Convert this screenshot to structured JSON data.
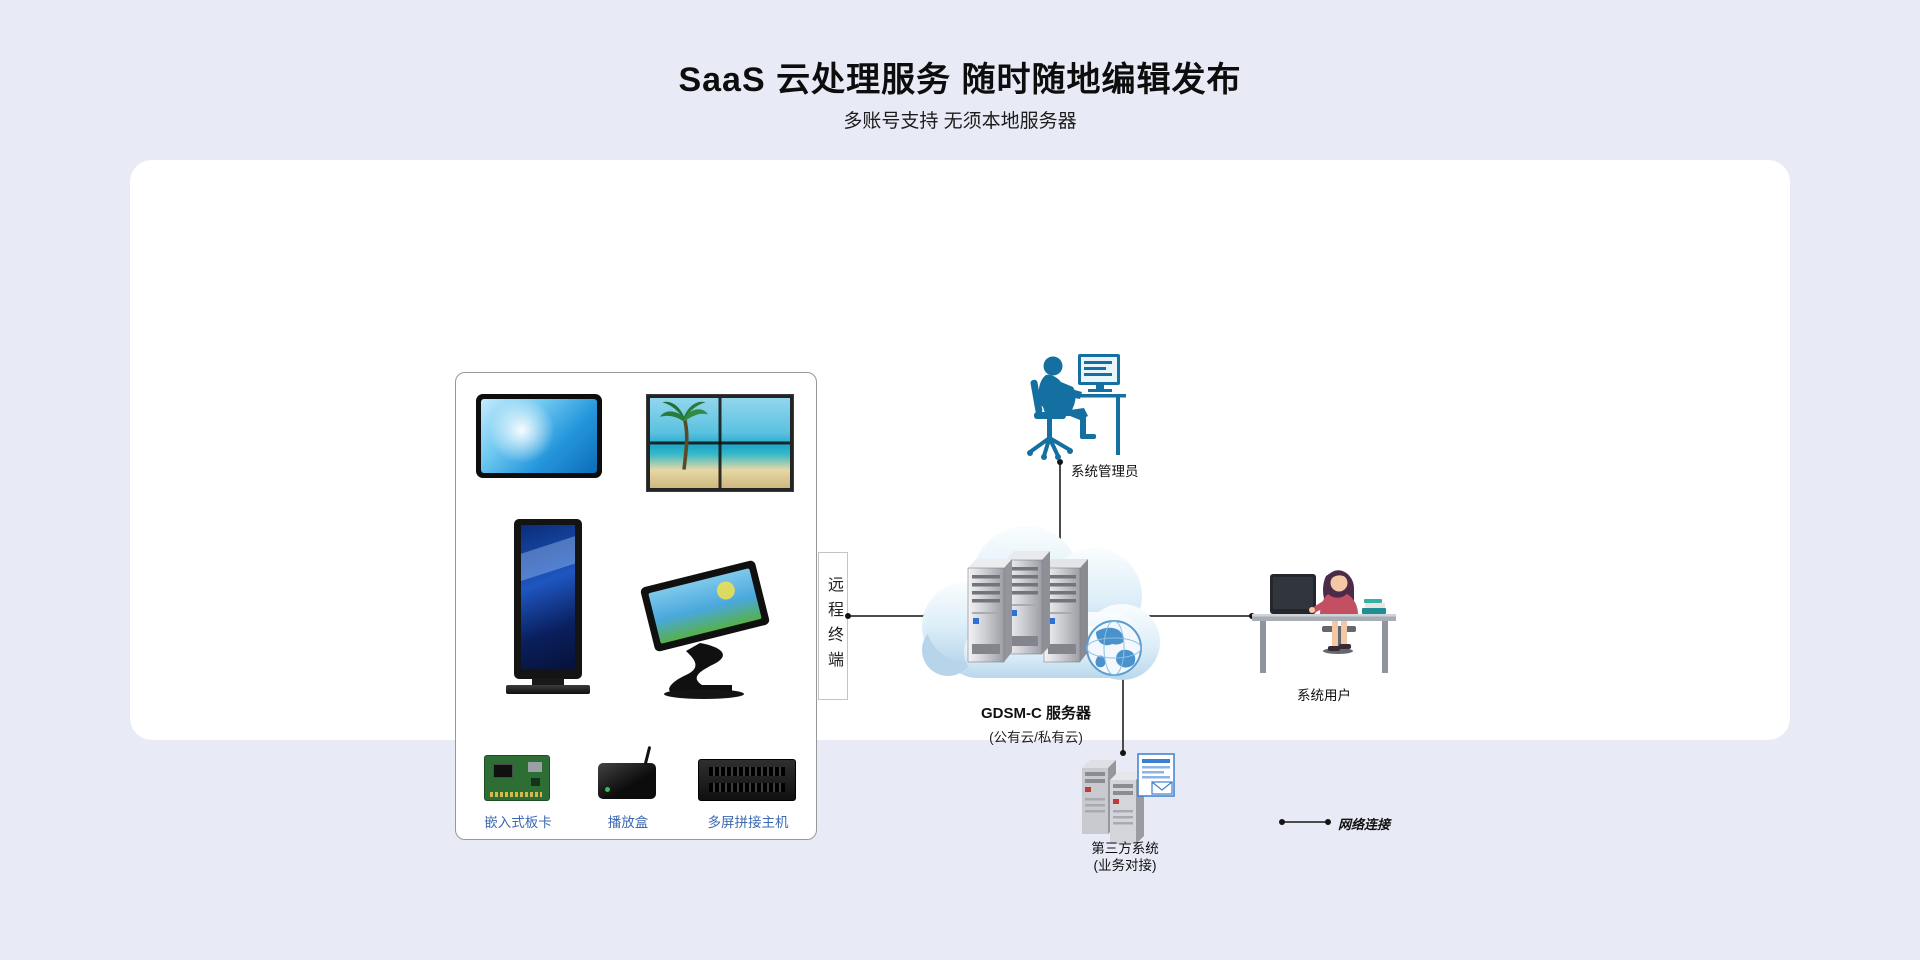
{
  "page": {
    "title": "SaaS 云处理服务 随时随地编辑发布",
    "subtitle": "多账号支持 无须本地服务器",
    "background_color": "#e8ebf6",
    "card_color": "#ffffff"
  },
  "device_panel": {
    "labels": {
      "board": "嵌入式板卡",
      "player": "播放盒",
      "splicer": "多屏拼接主机"
    },
    "label_color": "#3d68b0"
  },
  "remote_terminal": {
    "label": "远程终端"
  },
  "cloud": {
    "name": "GDSM-C 服务器",
    "subname": "(公有云/私有云)"
  },
  "admin": {
    "label": "系统管理员",
    "silhouette_color": "#1470a0"
  },
  "user": {
    "label": "系统用户"
  },
  "third_party": {
    "name": "第三方系统",
    "subname": "(业务对接)"
  },
  "legend": {
    "label": "网络连接"
  },
  "illustrations": [
    "display-monitor",
    "video-wall",
    "standing-kiosk",
    "touch-table-kiosk",
    "embedded-board",
    "player-box",
    "splicing-host",
    "cloud-servers",
    "globe",
    "admin-at-computer",
    "user-at-desk",
    "third-party-servers",
    "document"
  ]
}
